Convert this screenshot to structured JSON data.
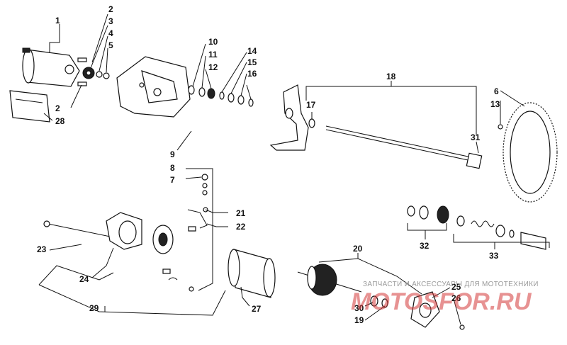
{
  "labels": {
    "l1": "1",
    "l2a": "2",
    "l2b": "2",
    "l3": "3",
    "l4": "4",
    "l5": "5",
    "l6": "6",
    "l7": "7",
    "l8": "8",
    "l9": "9",
    "l10": "10",
    "l11": "11",
    "l12": "12",
    "l13": "13",
    "l14": "14",
    "l15": "15",
    "l16": "16",
    "l17": "17",
    "l18": "18",
    "l19": "19",
    "l20": "20",
    "l21": "21",
    "l22": "22",
    "l23": "23",
    "l24": "24",
    "l25": "25",
    "l26": "26",
    "l27": "27",
    "l28": "28",
    "l29": "29",
    "l30": "30",
    "l31": "31",
    "l32": "32",
    "l33": "33"
  },
  "watermark": {
    "line1": "ЗАПЧАСТИ И АКСЕССУАРЫ ДЛЯ МОТОТЕХНИКИ",
    "line2": "MOTOSFOR.RU"
  },
  "colors": {
    "line": "#111111",
    "watermark_text": "#9a9a9a",
    "watermark_logo": "#d43a3a"
  }
}
